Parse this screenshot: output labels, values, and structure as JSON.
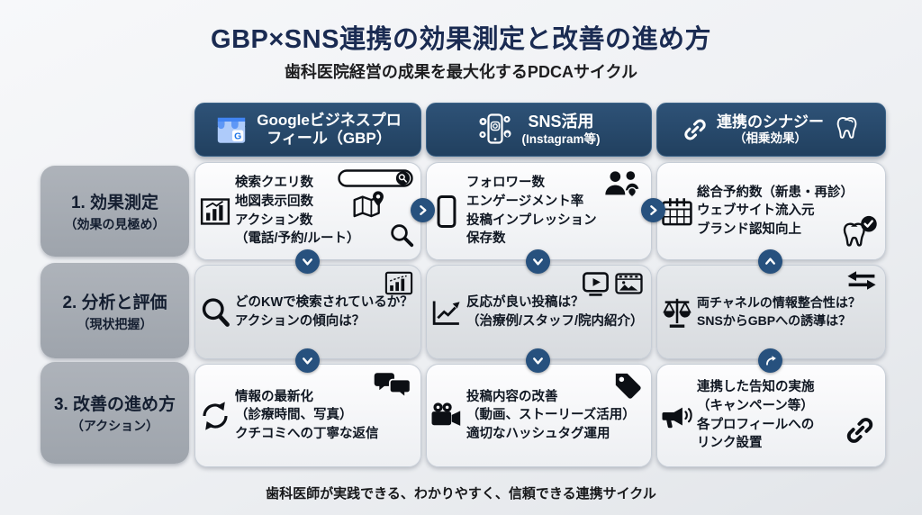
{
  "title": "GBP×SNS連携の効果測定と改善の進め方",
  "subtitle": "歯科医院経営の成果を最大化するPDCAサイクル",
  "footer": "歯科医師が実践できる、わかりやすく、信頼できる連携サイクル",
  "colors": {
    "header_bg": "#25486e",
    "connector_circle": "#27517e",
    "row_label_bg": "#a8aeb6",
    "title_text": "#1a2b52",
    "gbp_logo_blue": "#4285f4"
  },
  "columns": [
    {
      "line1": "Googleビジネスプロ",
      "line2": "フィール（GBP）",
      "icon": "gbp-storefront-icon"
    },
    {
      "line1": "SNS活用",
      "line2": "(Instagram等)",
      "icon": "smartphone-social-icon"
    },
    {
      "line1": "連携のシナジー",
      "line2": "（相乗効果）",
      "icon_left": "chain-link-icon",
      "icon_right": "tooth-icon"
    }
  ],
  "rows": [
    {
      "line1": "1. 効果測定",
      "line2": "（効果の見極め）"
    },
    {
      "line1": "2. 分析と評価",
      "line2": "（現状把握）"
    },
    {
      "line1": "3. 改善の進め方",
      "line2": "（アクション）"
    }
  ],
  "cells": {
    "r1c1": {
      "lines": [
        "検索クエリ数",
        "地図表示回数",
        "アクション数",
        "（電話/予約/ルート）"
      ],
      "icon_left": "bar-chart-icon",
      "icons_right": [
        "search-bar-icon",
        "map-pin-icon",
        "magnifier-icon"
      ]
    },
    "r1c2": {
      "lines": [
        "フォロワー数",
        "エンゲージメント率",
        "投稿インプレッション",
        "保存数"
      ],
      "icon_left": "smartphone-icon",
      "icons_right": [
        "followers-heart-icon"
      ]
    },
    "r1c3": {
      "lines": [
        "総合予約数（新患・再診）",
        "ウェブサイト流入元",
        "ブランド認知向上"
      ],
      "icon_left": "calendar-icon",
      "icons_right": [
        "tooth-check-icon"
      ]
    },
    "r2c1": {
      "lines": [
        "どのKWで検索されているか？",
        "アクションの傾向は？"
      ],
      "icon_left": "magnifier-icon",
      "icons_right": [
        "mini-bar-chart-icon"
      ]
    },
    "r2c2": {
      "lines": [
        "反応が良い投稿は？",
        "（治療例/スタッフ/院内紹介）"
      ],
      "icon_left": "trend-line-icon",
      "icons_right": [
        "video-play-icon",
        "film-icon"
      ]
    },
    "r2c3": {
      "lines": [
        "両チャネルの情報整合性は？",
        "SNSからGBPへの誘導は？"
      ],
      "icon_left": "scales-icon",
      "icons_right": [
        "swap-arrows-icon"
      ]
    },
    "r3c1": {
      "lines": [
        "情報の最新化",
        "（診療時間、写真）",
        "クチコミへの丁寧な返信"
      ],
      "icon_left": "refresh-icon",
      "icons_right": [
        "chat-bubbles-icon"
      ]
    },
    "r3c2": {
      "lines": [
        "投稿内容の改善",
        "（動画、ストーリーズ活用）",
        "適切なハッシュタグ運用"
      ],
      "icon_left": "video-camera-icon",
      "icons_right": [
        "tag-icon"
      ]
    },
    "r3c3": {
      "lines": [
        "連携した告知の実施",
        "（キャンペーン等）",
        "各プロフィールへの",
        "リンク設置"
      ],
      "icon_left": "megaphone-icon",
      "icons_right": [
        "chain-link-icon"
      ]
    }
  },
  "connectors": {
    "r1_c1_to_c2": "chevron-right-icon",
    "r1_c2_to_c3": "chevron-right-icon",
    "c1_r1_to_r2": "chevron-down-icon",
    "c2_r1_to_r2": "chevron-down-icon",
    "c3_r2_to_r1": "chevron-up-icon",
    "c1_r2_to_r3": "chevron-down-icon",
    "c2_r2_to_r3": "chevron-down-icon",
    "c3_r3_to_r2": "curved-arrow-up-icon"
  }
}
